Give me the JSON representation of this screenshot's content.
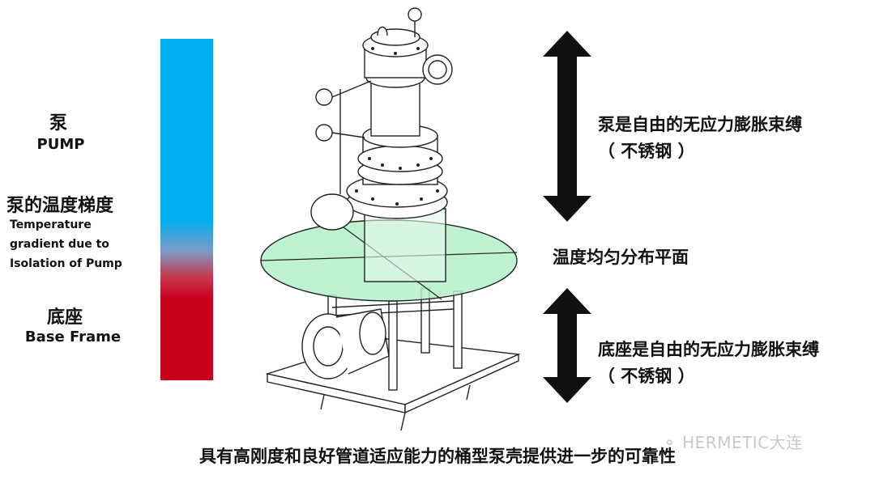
{
  "left_labels": {
    "pump_cn": "泵",
    "pump_en": "PUMP",
    "gradient_cn": "泵的温度梯度",
    "gradient_en_1": "Temperature",
    "gradient_en_2": "gradient due to",
    "gradient_en_3": "Isolation of Pump",
    "base_cn": "底座",
    "base_en": "Base Frame"
  },
  "right_labels": {
    "pump_free_line1": "泵是自由的无应力膨胀束缚",
    "pump_free_line2": "（ 不锈钢 ）",
    "uniform_plane": "温度均匀分布平面",
    "base_free_line1": "底座是自由的无应力膨胀束缚",
    "base_free_line2": "（ 不锈钢 ）"
  },
  "caption": "具有高刚度和良好管道适应能力的桶型泵壳提供进一步的可靠性",
  "watermark": "HERMETIC大连",
  "colors": {
    "hot": "#00aeef",
    "cold": "#c8001e",
    "plane": "#b4f0c8"
  }
}
